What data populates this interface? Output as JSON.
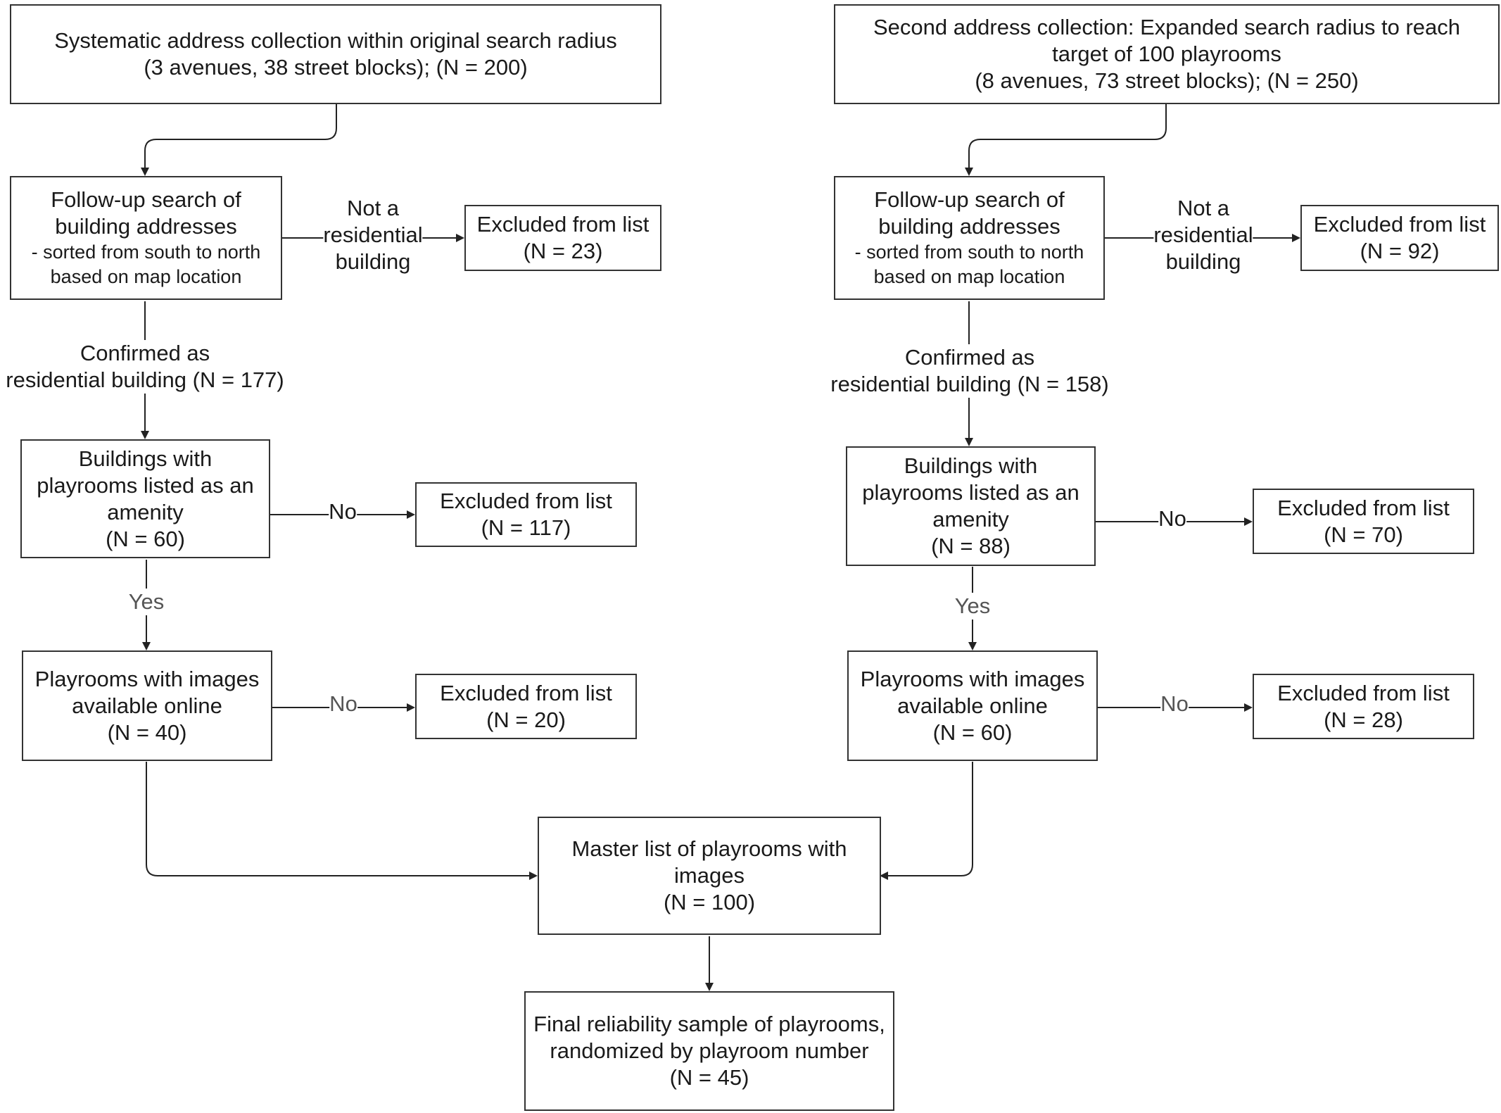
{
  "left": {
    "start": {
      "lines": [
        "Systematic address collection within original search radius",
        "(3 avenues, 38 street blocks); (N = 200)"
      ]
    },
    "followup": {
      "lines": [
        "Follow-up search of",
        "building addresses"
      ],
      "sublines": [
        "- sorted from south to north",
        "based on map location"
      ]
    },
    "not_residential": {
      "lines": [
        "Not a",
        "residential",
        "building"
      ]
    },
    "excluded1": {
      "lines": [
        "Excluded from list",
        "(N = 23)"
      ]
    },
    "confirmed": {
      "lines": [
        "Confirmed as",
        "residential building (N = 177)"
      ]
    },
    "playrooms": {
      "lines": [
        "Buildings with",
        "playrooms listed as an",
        "amenity",
        "(N = 60)"
      ]
    },
    "no1": "No",
    "excluded2": {
      "lines": [
        "Excluded from list",
        "(N = 117)"
      ]
    },
    "yes": "Yes",
    "images": {
      "lines": [
        "Playrooms with images",
        "available online",
        "(N = 40)"
      ]
    },
    "no2": "No",
    "excluded3": {
      "lines": [
        "Excluded from list",
        "(N = 20)"
      ]
    }
  },
  "right": {
    "start": {
      "lines": [
        "Second address collection: Expanded search radius to reach",
        "target of 100 playrooms",
        "(8 avenues, 73 street blocks); (N = 250)"
      ]
    },
    "followup": {
      "lines": [
        "Follow-up search of",
        "building addresses"
      ],
      "sublines": [
        "- sorted from south to north",
        "based on map location"
      ]
    },
    "not_residential": {
      "lines": [
        "Not a",
        "residential",
        "building"
      ]
    },
    "excluded1": {
      "lines": [
        "Excluded from list",
        "(N = 92)"
      ]
    },
    "confirmed": {
      "lines": [
        "Confirmed as",
        "residential building (N = 158)"
      ]
    },
    "playrooms": {
      "lines": [
        "Buildings with",
        "playrooms listed as an",
        "amenity",
        "(N = 88)"
      ]
    },
    "no1": "No",
    "excluded2": {
      "lines": [
        "Excluded from list",
        "(N = 70)"
      ]
    },
    "yes": "Yes",
    "images": {
      "lines": [
        "Playrooms with images",
        "available online",
        "(N = 60)"
      ]
    },
    "no2": "No",
    "excluded3": {
      "lines": [
        "Excluded from list",
        "(N = 28)"
      ]
    }
  },
  "master": {
    "lines": [
      "Master list of playrooms with",
      "images",
      "(N = 100)"
    ]
  },
  "final": {
    "lines": [
      "Final reliability sample of playrooms,",
      "randomized by playroom number",
      "(N = 45)"
    ]
  },
  "colors": {
    "box_border": "#333333",
    "connector": "#222222",
    "text": "#1a1a1a",
    "muted_label": "#555555"
  }
}
